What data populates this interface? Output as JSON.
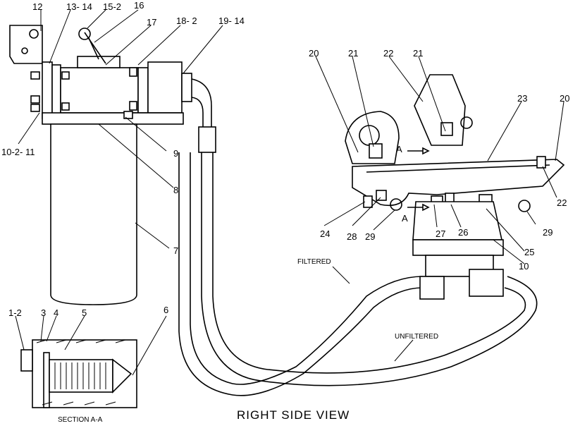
{
  "callouts": {
    "c12": "12",
    "c13_14": "13- 14",
    "c15_2": "15-2",
    "c16": "16",
    "c17": "17",
    "c18_2": "18- 2",
    "c19_14": "19- 14",
    "c10_2_11": "10-2- 11",
    "c9": "9",
    "c8": "8",
    "c7": "7",
    "c1_2": "1-2",
    "c3": "3",
    "c4": "4",
    "c5": "5",
    "c6": "6",
    "c20_left": "20",
    "c21_left": "21",
    "c22_top": "22",
    "c21_right": "21",
    "c23": "23",
    "c20_right": "20",
    "c22_right": "22",
    "c24": "24",
    "c28": "28",
    "c29_left": "29",
    "c27": "27",
    "c26": "26",
    "c29_right": "29",
    "c25": "25",
    "c10_right": "10",
    "section_a_top": "A",
    "section_a_bottom": "A"
  },
  "labels": {
    "filtered": "FILTERED",
    "unfiltered": "UNFILTERED",
    "section_aa": "SECTION A-A",
    "right_side_view": "RIGHT SIDE VIEW"
  }
}
